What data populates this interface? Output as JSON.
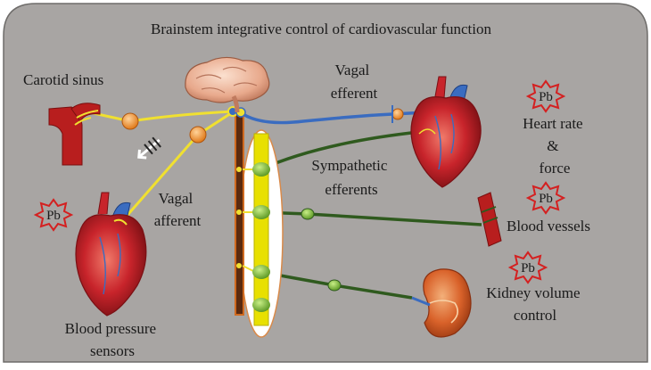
{
  "title": "Brainstem integrative control of cardiovascular function",
  "labels": {
    "carotid_sinus": "Carotid sinus",
    "vagal_efferent": [
      "Vagal",
      "efferent"
    ],
    "vagal_afferent": [
      "Vagal",
      "afferent"
    ],
    "sympathetic_efferents": [
      "Sympathetic",
      "efferents"
    ],
    "heart_rate_force": [
      "Heart rate",
      "&",
      "force"
    ],
    "blood_vessels": "Blood vessels",
    "kidney_volume_control": [
      "Kidney volume",
      "control"
    ],
    "blood_pressure_sensors": [
      "Blood pressure",
      "sensors"
    ]
  },
  "pb_badges": [
    "Pb",
    "Pb",
    "Pb",
    "Pb"
  ],
  "colors": {
    "background": "#a8a5a3",
    "vagal_afferent": "#f0e030",
    "vagal_efferent": "#3a6cc0",
    "sympathetic": "#2f5a1e",
    "ganglion": "#8dc63f",
    "spinal_cord": "#e8e000",
    "pb_badge": "#d42020",
    "heart": "#c8242b",
    "vessel": "#b81e1e"
  },
  "icons": [
    "brain-icon",
    "heart-icon",
    "kidney-icon",
    "blood-vessel-icon",
    "carotid-artery-icon",
    "pressure-signal-icon"
  ]
}
